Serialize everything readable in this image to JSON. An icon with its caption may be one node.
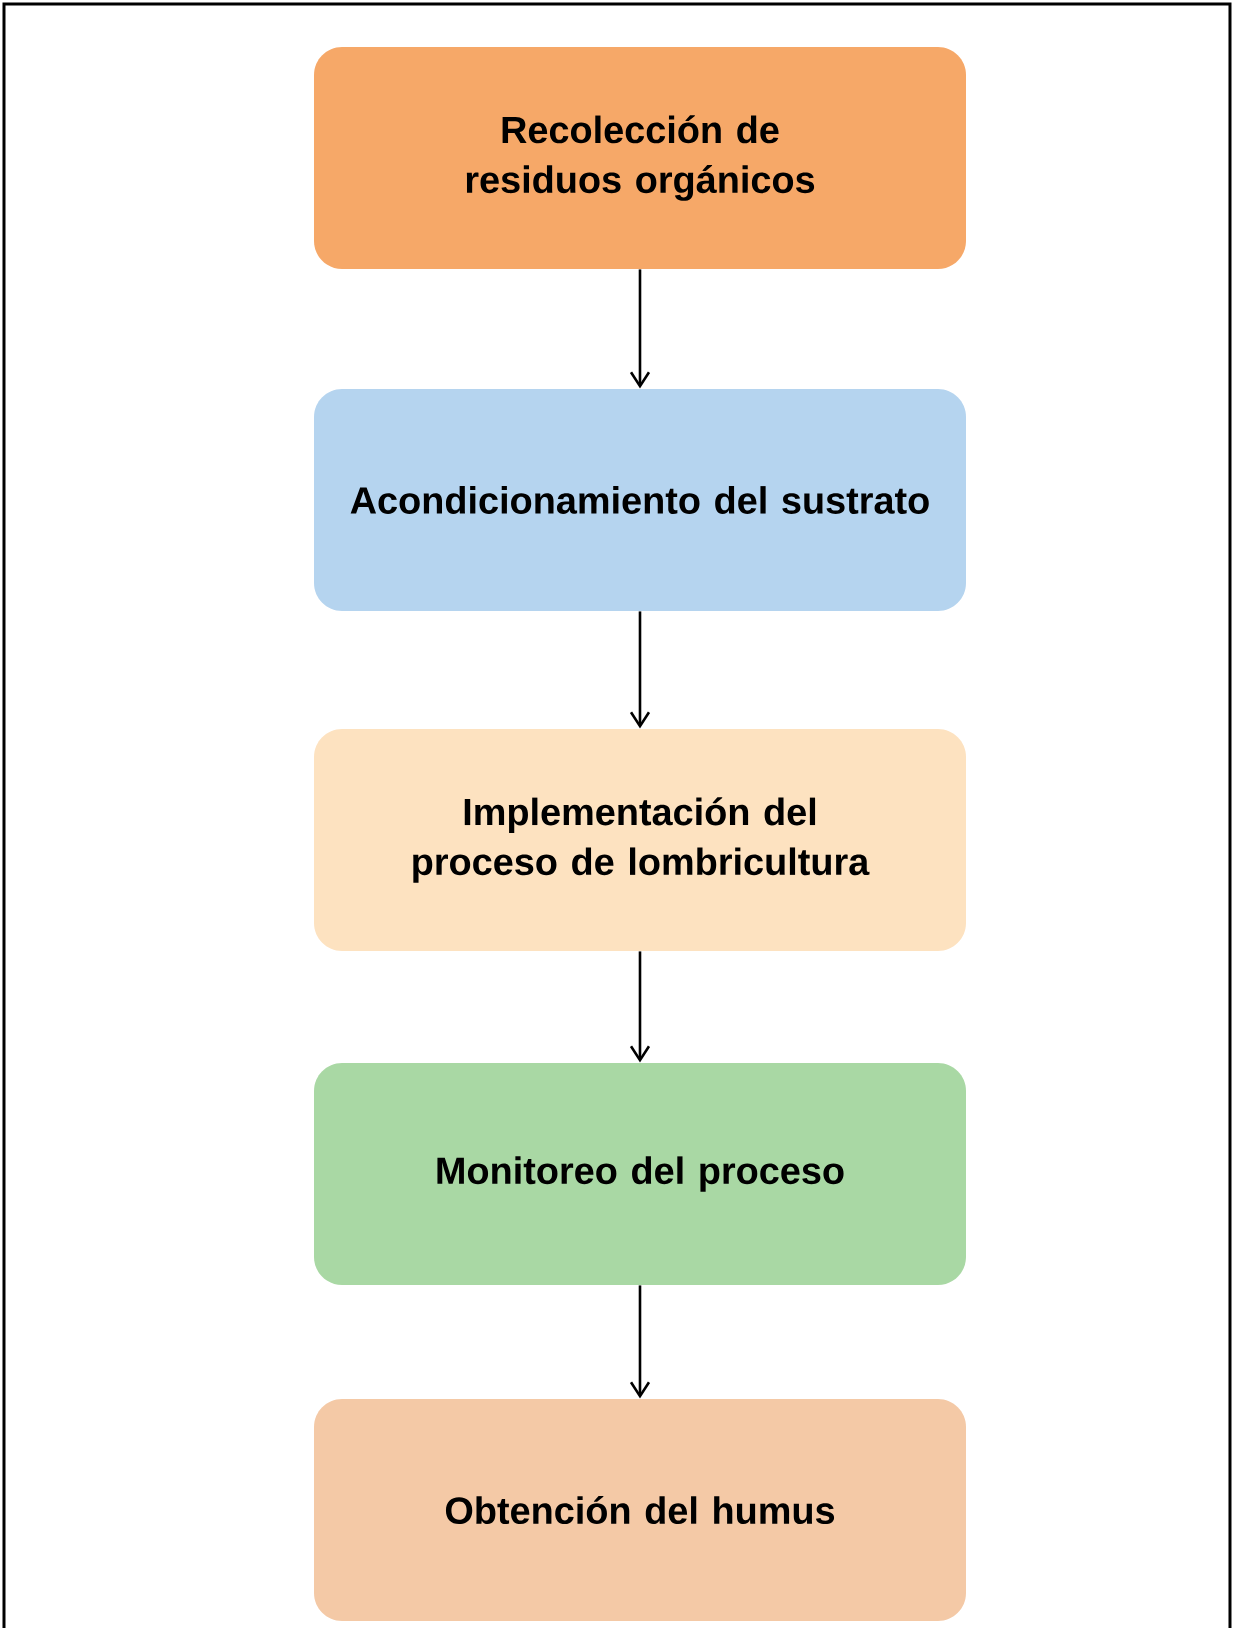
{
  "diagram": {
    "nodes": [
      {
        "text": [
          "Recolección de residuos orgánicos"
        ]
      },
      {
        "text": [
          "Acondicionamiento del sustrato"
        ]
      },
      {
        "text": [
          "Implementación del proceso de lombricultura"
        ]
      },
      {
        "text": [
          "Monitoreo del proceso"
        ]
      },
      {
        "text": [
          "Obtención del humus"
        ]
      }
    ],
    "edges": [
      {
        "from": 0,
        "to": 1,
        "arrow": "to"
      },
      {
        "from": 1,
        "to": 2,
        "arrow": "to"
      },
      {
        "from": 2,
        "to": 3,
        "arrow": "to"
      },
      {
        "from": 3,
        "to": 4,
        "arrow": "to"
      }
    ]
  }
}
